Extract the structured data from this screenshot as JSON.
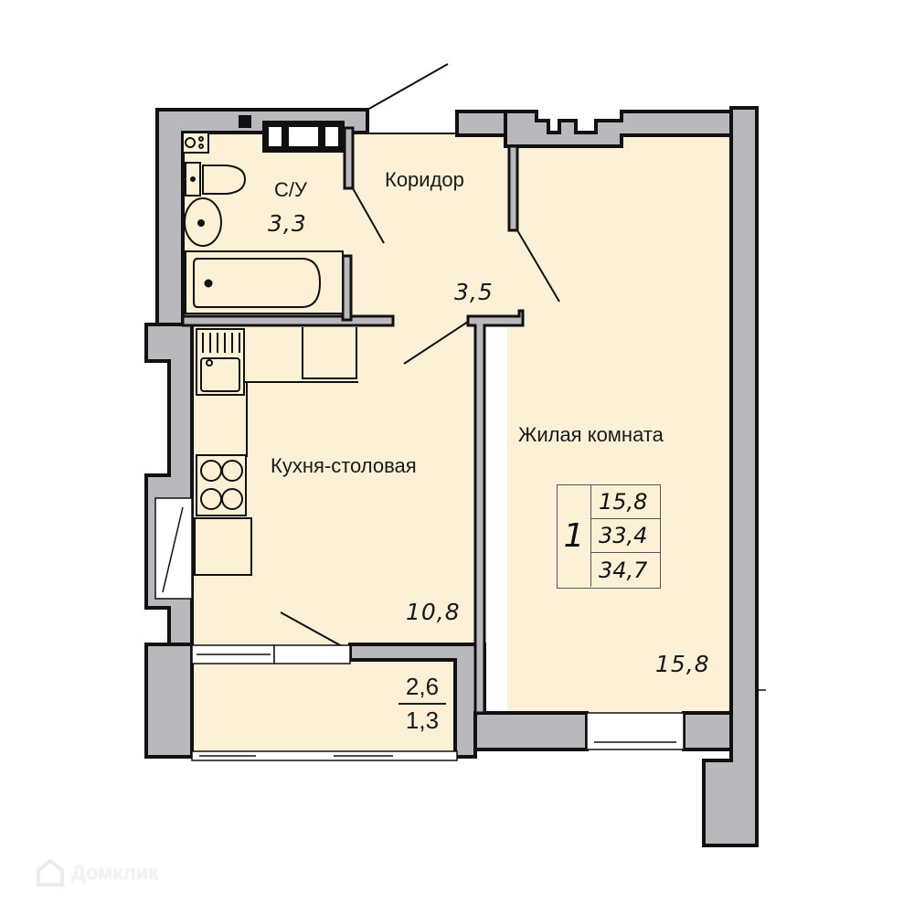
{
  "colors": {
    "floor": "#fcf0d6",
    "wall_fill": "#b9b9bd",
    "wall_stroke": "#111111",
    "opening": "#ffffff",
    "text": "#1a1a1a"
  },
  "rooms": {
    "bathroom": {
      "name": "С/У",
      "area": "3,3"
    },
    "corridor": {
      "name": "Коридор",
      "area": "3,5"
    },
    "kitchen": {
      "name": "Кухня-столовая",
      "area": "10,8"
    },
    "living_room": {
      "name": "Жилая комната",
      "area": "15,8"
    },
    "balcony": {
      "area_total": "2,6",
      "area_reduced": "1,3"
    }
  },
  "summary": {
    "rooms_count": "1",
    "living_area": "15,8",
    "total_area": "33,4",
    "total_with_balcony": "34,7"
  },
  "fixtures": [
    "toilet-icon",
    "washbasin-icon",
    "bathtub-icon",
    "sink-icon",
    "stove-icon",
    "boiler-icon",
    "ventilation-shaft-icon"
  ],
  "watermark": {
    "brand": "Домклик",
    "icon": "house-logo-icon"
  }
}
